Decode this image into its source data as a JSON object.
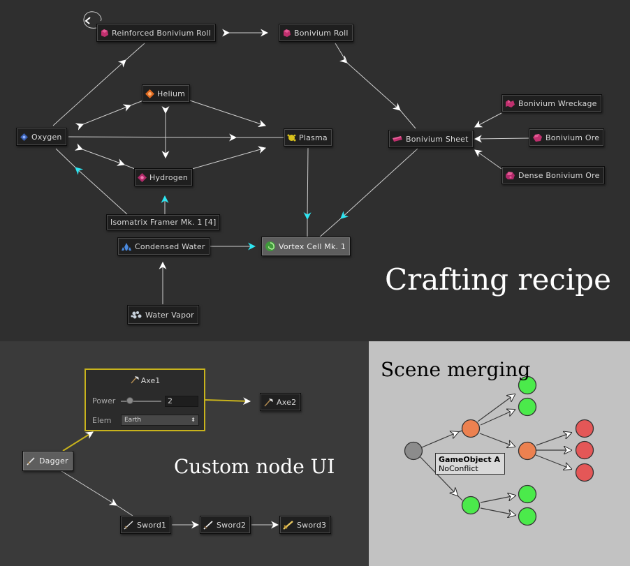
{
  "crafting": {
    "title": "Crafting recipe",
    "nodes": {
      "reinforced_roll": "Reinforced Bonivium Roll",
      "bonivium_roll": "Bonivium Roll",
      "helium": "Helium",
      "oxygen": "Oxygen",
      "plasma": "Plasma",
      "hydrogen": "Hydrogen",
      "bonivium_sheet": "Bonivium Sheet",
      "bonivium_wreckage": "Bonivium Wreckage",
      "bonivium_ore": "Bonivium Ore",
      "dense_bonivium_ore": "Dense Bonivium Ore",
      "isomatrix": "Isomatrix Framer Mk. 1 [4]",
      "condensed_water": "Condensed Water",
      "vortex_cell": "Vortex Cell Mk. 1",
      "water_vapor": "Water Vapor"
    }
  },
  "custom": {
    "title": "Custom node UI",
    "axe1": {
      "title": "Axe1",
      "power_label": "Power",
      "power_value": "2",
      "elem_label": "Elem",
      "elem_value": "Earth"
    },
    "nodes": {
      "axe2": "Axe2",
      "dagger": "Dagger",
      "sword1": "Sword1",
      "sword2": "Sword2",
      "sword3": "Sword3"
    }
  },
  "merge": {
    "title": "Scene merging",
    "label_name": "GameObject A",
    "label_status": "NoConflict",
    "colors": {
      "root": "#8c8c8c",
      "changed": "#ec8150",
      "added": "#4bea4b",
      "removed": "#e45757"
    }
  }
}
